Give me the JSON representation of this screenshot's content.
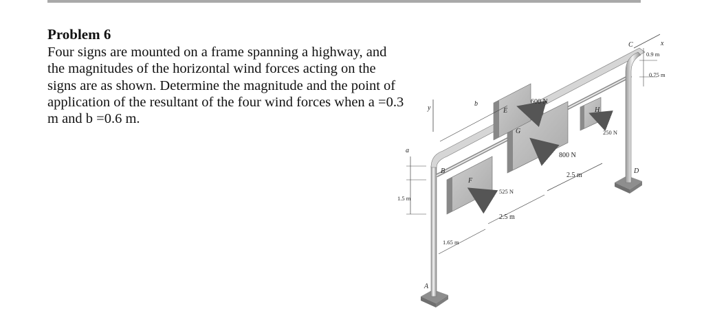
{
  "problem": {
    "title": "Problem 6",
    "text": "Four signs are mounted on a frame spanning a highway, and the magnitudes of the horizontal wind forces acting on the signs are as shown. Determine the magnitude and the point of application of the resultant of the four wind forces when a =0.3 m and b =0.6 m."
  },
  "figure": {
    "points": {
      "A": "A",
      "B": "B",
      "C": "C",
      "D": "D",
      "E": "E",
      "F": "F",
      "G": "G",
      "H": "H"
    },
    "axes": {
      "x": "x",
      "y": "y"
    },
    "dims": {
      "a": "a",
      "b": "b",
      "d_1_5": "1.5 m",
      "d_1_65": "1.65 m",
      "d_2_5_left": "2.5 m",
      "d_2_5_right": "2.5 m",
      "d_0_9": "0.9 m",
      "d_0_75": "0.75 m"
    },
    "forces": {
      "F_E": "600 N",
      "F_F": "525 N",
      "F_G": "800 N",
      "F_H": "250 N"
    }
  }
}
